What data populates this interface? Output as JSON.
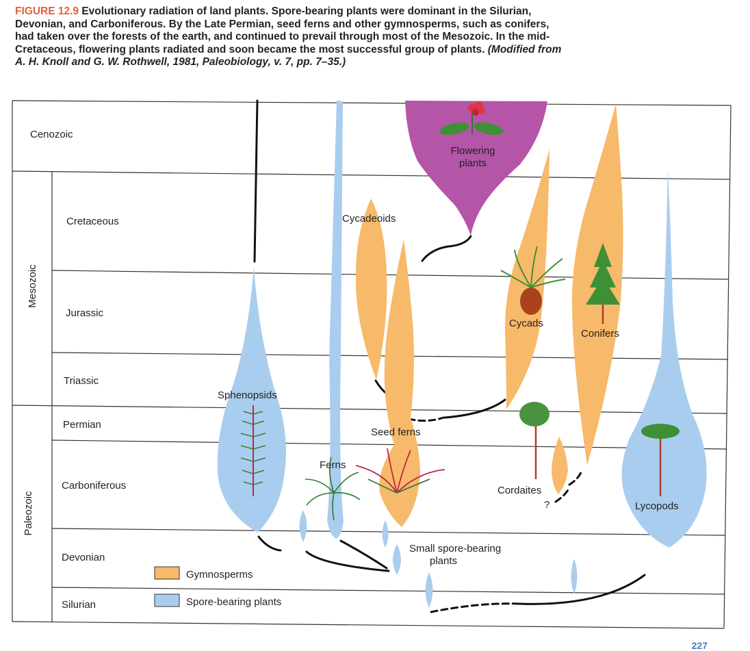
{
  "caption": {
    "figure_label": "FIGURE 12.9",
    "text": "Evolutionary radiation of land plants. Spore-bearing plants were dominant in the Silurian, Devonian, and Carboniferous. By the Late Permian, seed ferns and other gymnosperms, such as conifers, had taken over the forests of the earth, and continued to prevail through most of the Mesozoic. In the mid-Cretaceous, flowering plants radiated and soon became the most successful group of plants.",
    "citation": "(Modified from A. H. Knoll and G. W. Rothwell, 1981, Paleobiology, v. 7, pp. 7–35.)"
  },
  "eras": {
    "cenozoic": "Cenozoic",
    "mesozoic": "Mesozoic",
    "paleozoic": "Paleozoic"
  },
  "periods": {
    "cretaceous": "Cretaceous",
    "jurassic": "Jurassic",
    "triassic": "Triassic",
    "permian": "Permian",
    "carboniferous": "Carboniferous",
    "devonian": "Devonian",
    "silurian": "Silurian"
  },
  "groups": {
    "flowering_1": "Flowering",
    "flowering_2": "plants",
    "cycadeoids": "Cycadeoids",
    "cycads": "Cycads",
    "conifers": "Conifers",
    "sphenopsids": "Sphenopsids",
    "seed_ferns": "Seed ferns",
    "ferns": "Ferns",
    "cordaites": "Cordaites",
    "question": "?",
    "lycopods": "Lycopods",
    "small_spore_1": "Small spore-bearing",
    "small_spore_2": "plants"
  },
  "legend": {
    "gymnosperms": "Gymnosperms",
    "spore_bearing": "Spore-bearing plants"
  },
  "page_number": "227",
  "colors": {
    "gymnosperm": "#f7b96a",
    "spore": "#a9cdee",
    "flowering": "#b455a8",
    "caption_accent": "#e0603a"
  }
}
